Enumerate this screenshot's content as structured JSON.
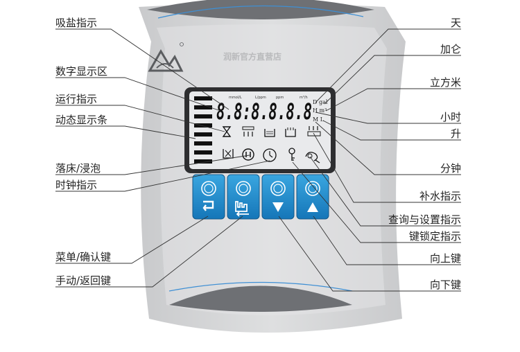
{
  "brand": {
    "text": "润新官方直营店"
  },
  "display": {
    "unit_labels": [
      "mmol/L",
      "L/ppm",
      "ppm",
      "m³/h"
    ],
    "digits": "8.8:8.8.8.8",
    "side_units": [
      "D gal",
      "H m³",
      "M L"
    ]
  },
  "labels_left": [
    "吸盐指示",
    "数字显示区",
    "运行指示",
    "动态显示条",
    "落床/浸泡",
    "时钟指示",
    "菜单/确认键",
    "手动/返回键"
  ],
  "labels_right": [
    "天",
    "加仑",
    "立方米",
    "小时",
    "升",
    "分钟",
    "补水指示",
    "查询与设置指示",
    "键锁定指示",
    "向上键",
    "向下键"
  ],
  "keys": [
    {
      "name": "menu-confirm-key",
      "icon": "enter-icon"
    },
    {
      "name": "manual-return-key",
      "icon": "manual-icon"
    },
    {
      "name": "down-key",
      "icon": "down-arrow-icon"
    },
    {
      "name": "up-key",
      "icon": "up-arrow-icon"
    }
  ],
  "colors": {
    "key_blue": "#1f8fd0",
    "panel_gray": "#d4d5d7",
    "lcd_bg": "#e9eaec",
    "lcd_border": "#2e2e30",
    "leader": "#333333"
  }
}
